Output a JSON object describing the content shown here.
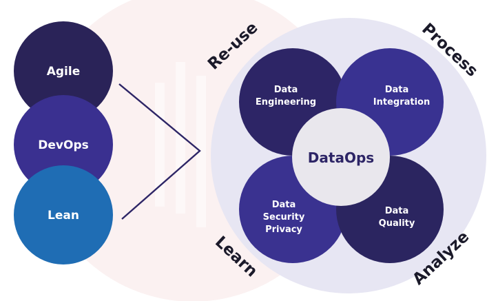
{
  "left_stack": [
    {
      "label": "Agile",
      "color": "#2a2358"
    },
    {
      "label": "DevOps",
      "color": "#3a3090"
    },
    {
      "label": "Lean",
      "color": "#1f6db4"
    }
  ],
  "outer_labels": {
    "reuse": "Re-use",
    "process": "Process",
    "learn": "Learn",
    "analyze": "Analyze"
  },
  "quadrants": {
    "engineering": {
      "line1": "Data",
      "line2": "Engineering",
      "color": "#2d2566"
    },
    "integration": {
      "line1": "Data",
      "line2": "Integration",
      "color": "#393291"
    },
    "security": {
      "line1": "Data",
      "line2": "Security",
      "line3": "Privacy",
      "color": "#3a3290"
    },
    "quality": {
      "line1": "Data",
      "line2": "Quality",
      "color": "#2b2560"
    }
  },
  "center": {
    "label": "DataOps",
    "color": "#e9e7ed",
    "text_color": "#2d2566"
  },
  "colors": {
    "accent_line": "#2d2566",
    "big_circle": "#e7e6f3",
    "back_glow": "#fbf1f1",
    "outer_text": "#1b1a2a"
  }
}
